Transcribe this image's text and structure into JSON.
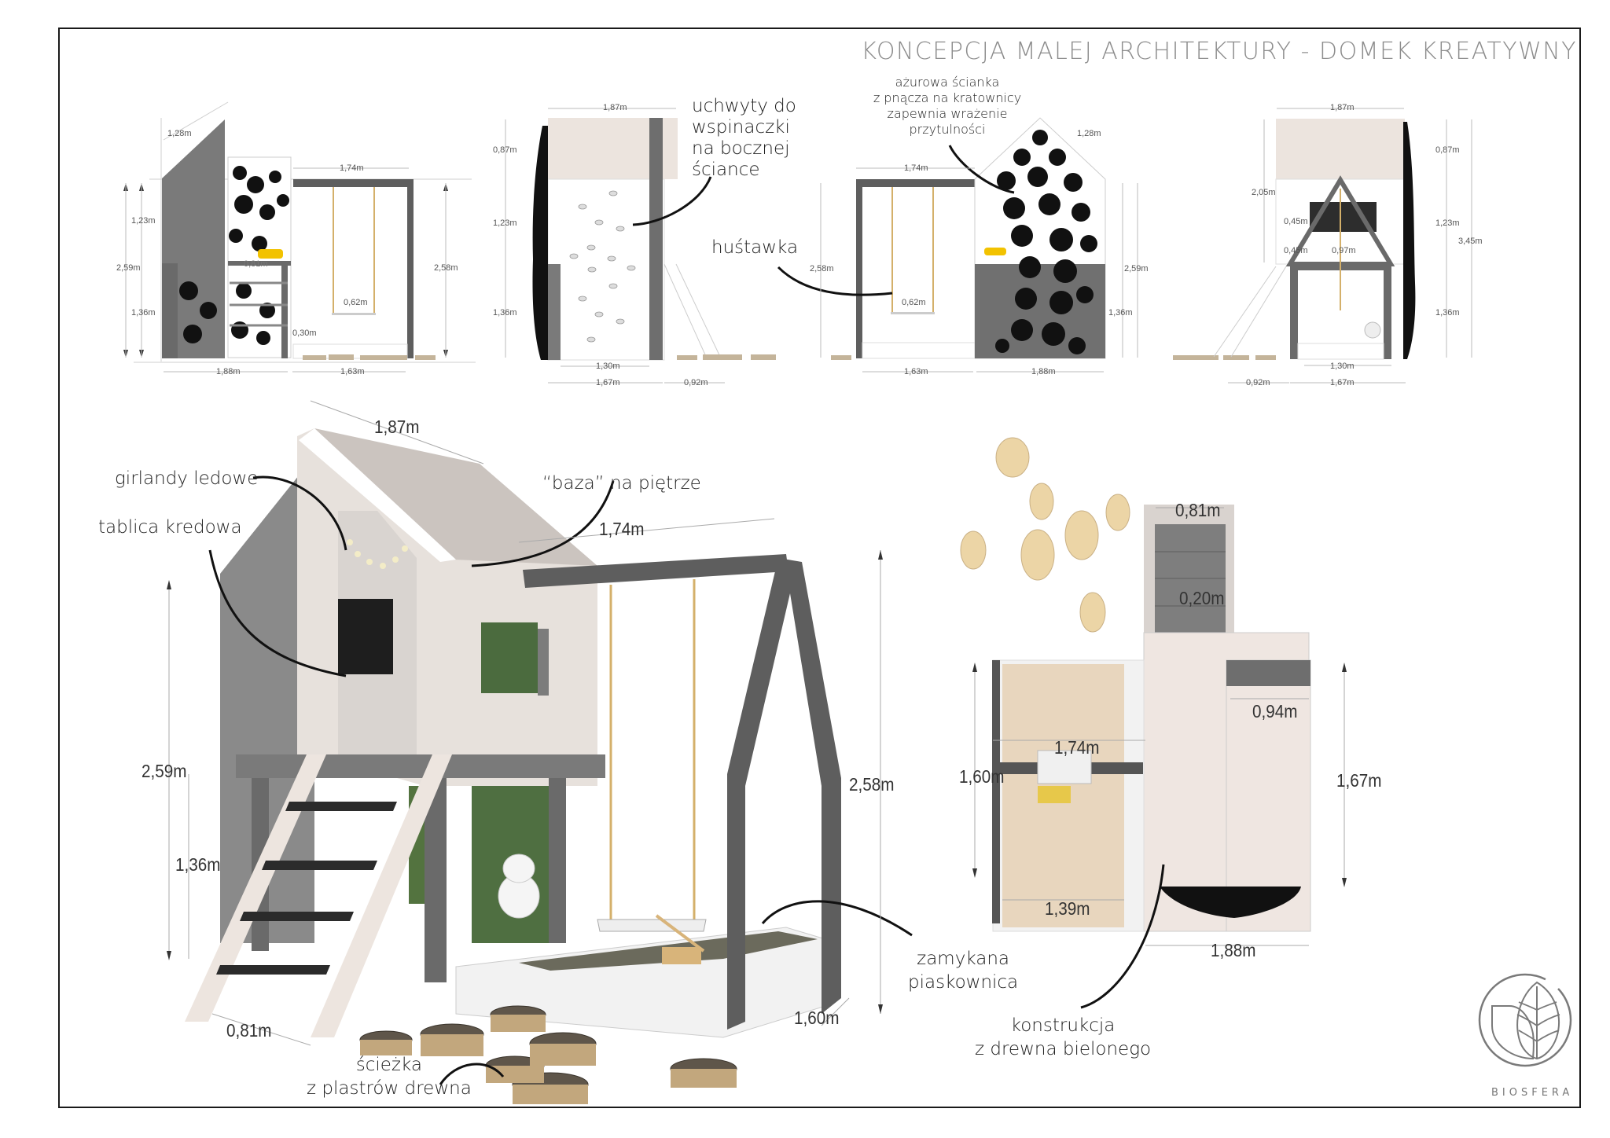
{
  "title": "KONCEPCJA MALEJ ARCHITEKTURY - DOMEK KREATYWNY",
  "colors": {
    "frame": "#1a1a1a",
    "structure_dark": "#5e5e5e",
    "structure_mid": "#8a8a8a",
    "whitewashed_wood": "#ede5df",
    "roof_panel": "#c9c3bf",
    "plant": "#111111",
    "sand": "#e9d9c2",
    "wood_slice": "#e8d3a8",
    "rope": "#d4b06a",
    "title_text": "#8c8c8c",
    "logo": "#777777"
  },
  "annotations": {
    "climbing_holds": [
      "uchwyty do",
      "wspinaczki",
      "na bocznej",
      "ściance"
    ],
    "openwork_wall": [
      "ażurowa ścianka",
      "z pnącza na kratownicy",
      "zapewnia wrażenie",
      "przytulności"
    ],
    "swing": "huśtawka",
    "led_garlands": "girlandy ledowe",
    "chalkboard": "tablica kredowa",
    "upper_base": "“baza” na piętrze",
    "closed_sandbox": [
      "zamykana",
      "piaskownica"
    ],
    "wood_path": [
      "ścieżka",
      "z plastrów drewna"
    ],
    "whitewashed_construction": [
      "konstrukcja",
      "z drewna bielonego"
    ]
  },
  "elevations": [
    {
      "name": "side-elevation-left",
      "dims": {
        "roof_slope": "1,28m",
        "swing_width": "1,74m",
        "upper": "1,23m",
        "total_left": "2,59m",
        "lower": "1,36m",
        "platform": "0,81m",
        "seat": "0,62m",
        "sandbox_h": "0,30m",
        "total_right": "2,58m",
        "base_house": "1,88m",
        "base_swing": "1,63m"
      }
    },
    {
      "name": "front-elevation-climbing",
      "dims": {
        "width_top": "1,87m",
        "roof": "0,87m",
        "upper": "1,23m",
        "lower": "1,36m",
        "inner": "1,30m",
        "base": "1,67m",
        "ladder": "0,92m"
      }
    },
    {
      "name": "side-elevation-right",
      "dims": {
        "swing_width": "1,74m",
        "roof_slope": "1,28m",
        "total_left": "2,58m",
        "seat": "0,62m",
        "total_right": "2,59m",
        "lower": "1,36m",
        "base_swing": "1,63m",
        "base_house": "1,88m"
      }
    },
    {
      "name": "back-elevation",
      "dims": {
        "width_top": "1,87m",
        "roof": "0,87m",
        "mid_height": "2,05m",
        "board_h": "0,45m",
        "board_offset": "0,45m",
        "board_w": "0,97m",
        "upper": "1,23m",
        "total": "3,45m",
        "lower": "1,36m",
        "inner": "1,30m",
        "ladder": "0,92m",
        "base": "1,67m"
      }
    }
  ],
  "perspective": {
    "dims": {
      "roof_depth": "1,87m",
      "swing_length": "1,74m",
      "total_house": "2,59m",
      "lower": "1,36m",
      "total_swing": "2,58m",
      "ladder": "0,81m",
      "sandbox_depth": "1,60m"
    }
  },
  "plan": {
    "dims": {
      "ladder_w": "0,81m",
      "step": "0,20m",
      "bench_w": "0,94m",
      "swing_len": "1,74m",
      "sandbox_depth": "1,60m",
      "house_depth": "1,67m",
      "sandbox_w": "1,39m",
      "house_w": "1,88m"
    }
  },
  "logo": {
    "name": "BIOSFERA"
  }
}
